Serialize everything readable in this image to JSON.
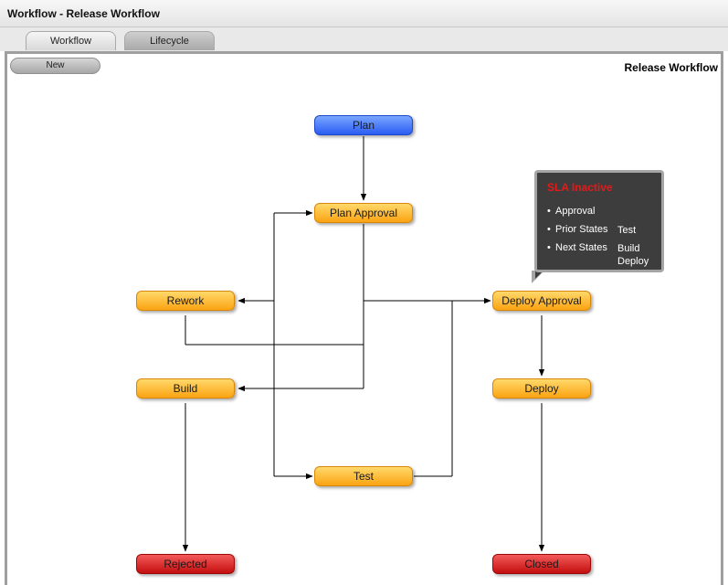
{
  "window": {
    "title": "Workflow - Release Workflow"
  },
  "tabs": [
    {
      "label": "Workflow",
      "active": true
    },
    {
      "label": "Lifecycle",
      "active": false
    }
  ],
  "toolbar": {
    "new_label": "New"
  },
  "workflow": {
    "name": "Release Workflow",
    "states": {
      "plan": "Plan",
      "plan_approval": "Plan Approval",
      "rework": "Rework",
      "build": "Build",
      "test": "Test",
      "deploy_approval": "Deploy Approval",
      "deploy": "Deploy",
      "rejected": "Rejected",
      "closed": "Closed"
    }
  },
  "tooltip": {
    "title": "SLA Inactive",
    "rows": [
      {
        "label": "Approval",
        "values": []
      },
      {
        "label": "Prior States",
        "values": [
          "Test"
        ]
      },
      {
        "label": "Next States",
        "values": [
          "Build",
          "Deploy"
        ]
      }
    ]
  },
  "colors": {
    "start_state": "#2a5cf3",
    "normal_state": "#fba312",
    "end_state": "#c40e0e",
    "tooltip_background": "#3d3d3d",
    "tooltip_title": "#e81818"
  }
}
